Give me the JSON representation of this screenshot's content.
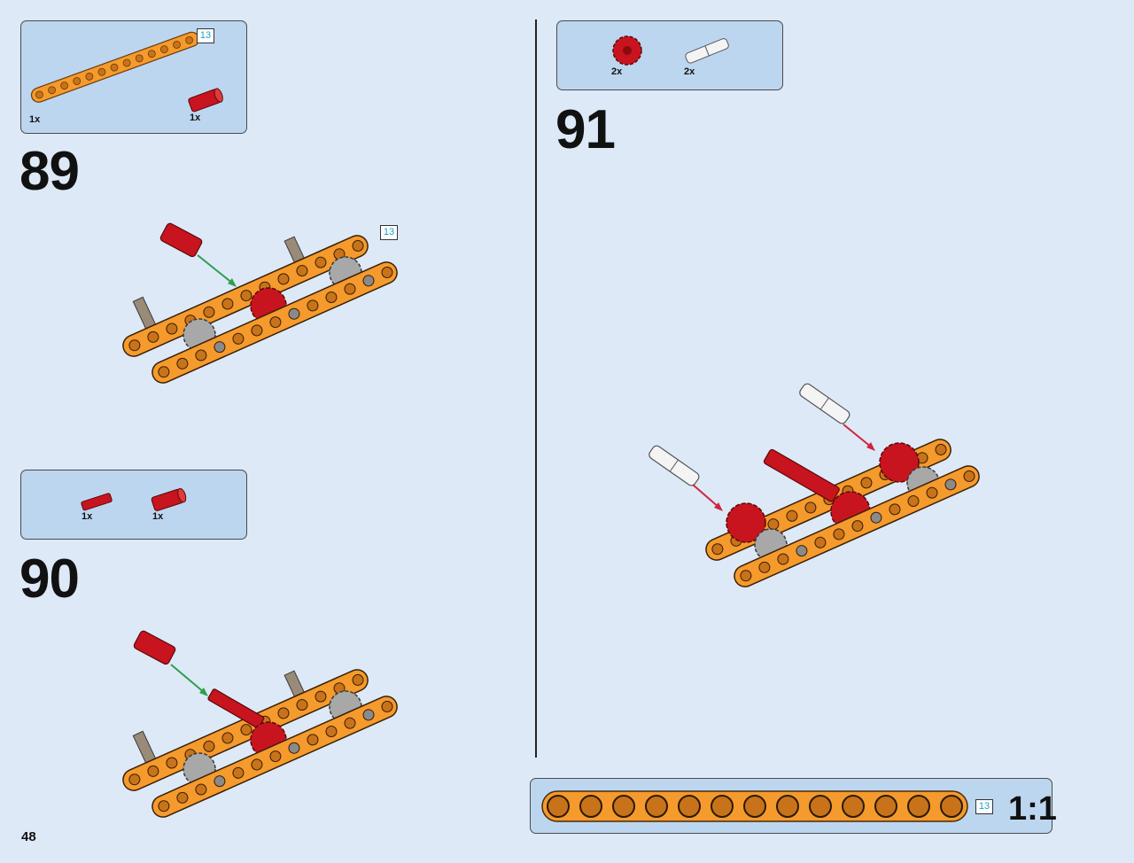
{
  "page": {
    "number": "48"
  },
  "steps": [
    {
      "number": "89",
      "parts": [
        {
          "qty": "1x",
          "icon": "orange-liftarm-13-icon",
          "size_badge": "13"
        },
        {
          "qty": "1x",
          "icon": "red-axle-connector-icon"
        }
      ],
      "assembly_badge": "13"
    },
    {
      "number": "90",
      "parts": [
        {
          "qty": "1x",
          "icon": "red-axle-icon"
        },
        {
          "qty": "1x",
          "icon": "red-axle-connector-icon"
        }
      ]
    },
    {
      "number": "91",
      "parts": [
        {
          "qty": "2x",
          "icon": "red-gear-icon"
        },
        {
          "qty": "2x",
          "icon": "white-pin-icon"
        }
      ]
    }
  ],
  "scale_reference": {
    "badge": "13",
    "ratio": "1:1",
    "holes": 13
  },
  "colors": {
    "background": "#dde9f7",
    "callout": "#bcd6f0",
    "beam_orange": "#f59a2c",
    "part_red": "#c8141e",
    "gear_gray": "#a8a8a8",
    "badge_text": "#1aa0c8",
    "arrow_green": "#2e9e4e",
    "arrow_red": "#d0243c"
  }
}
